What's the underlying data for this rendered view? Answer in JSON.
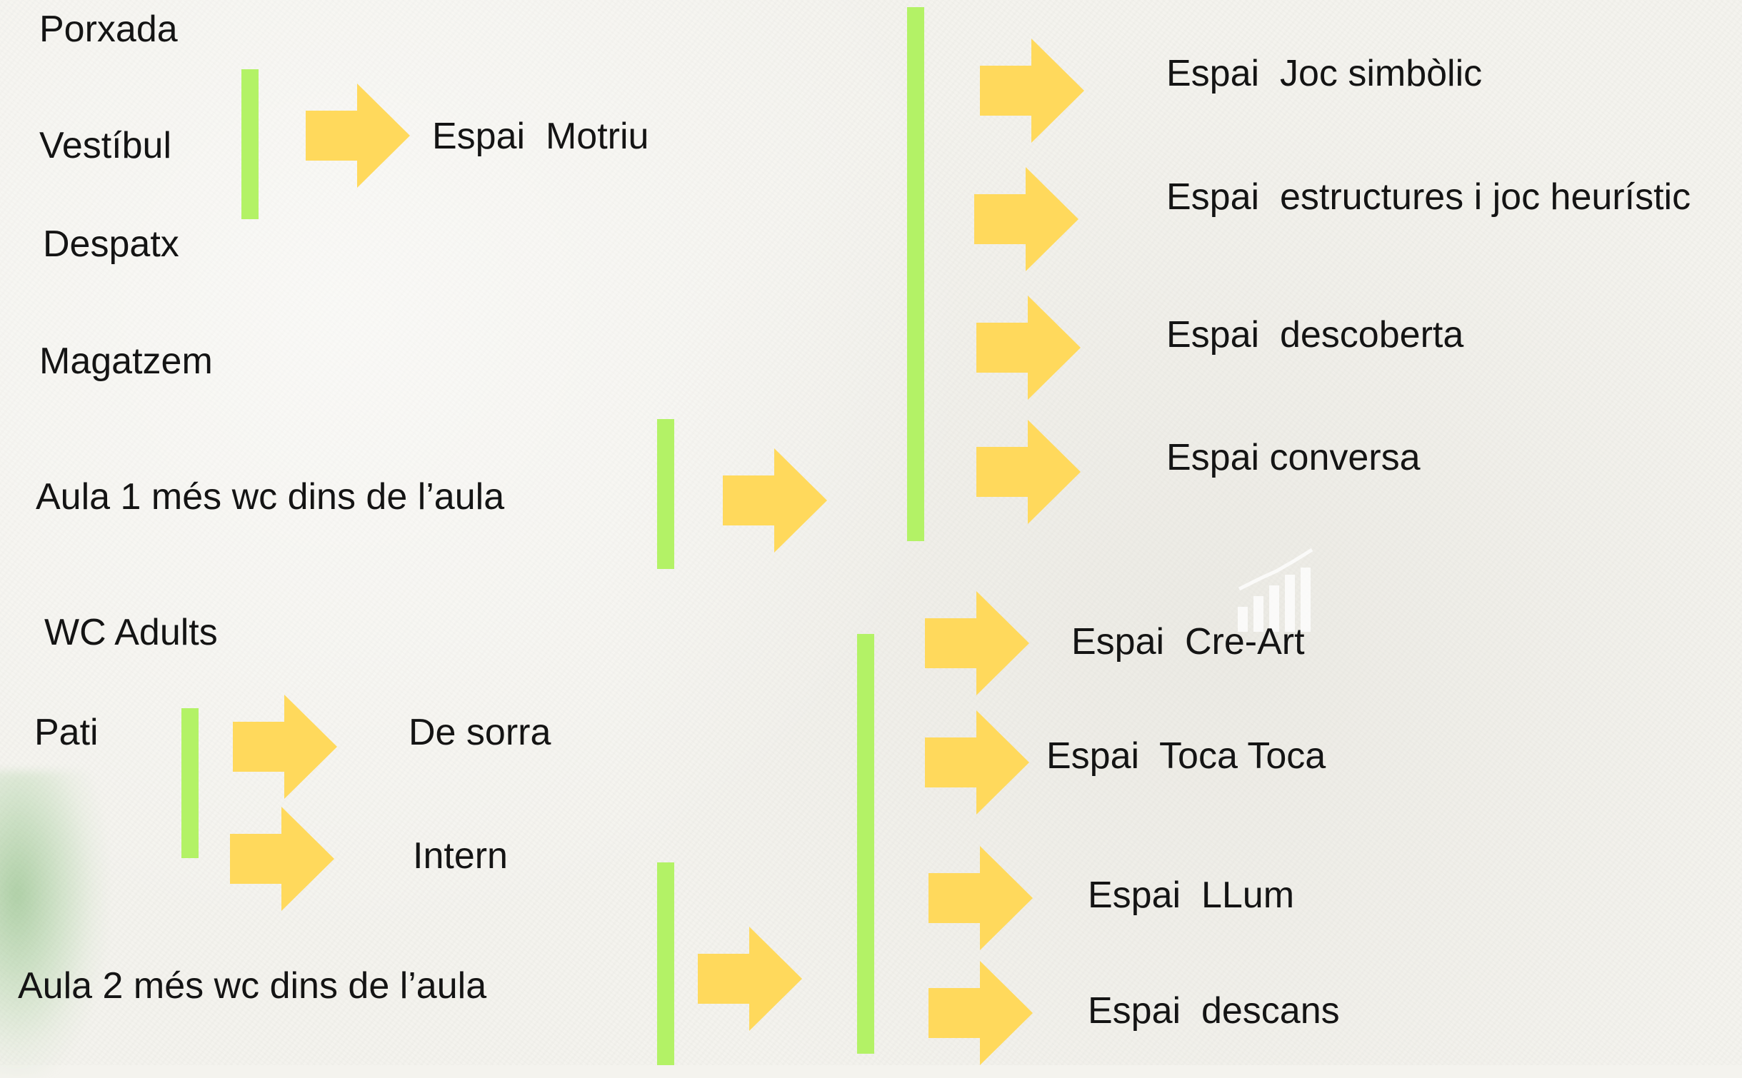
{
  "colors": {
    "bar": "#b3f266",
    "arrow": "#ffd95c",
    "text": "#141414",
    "background": "#f4f3ee"
  },
  "left_rooms": {
    "porxada": "Porxada",
    "vestibul": "Vestíbul",
    "despatx": "Despatx",
    "magatzem": "Magatzem",
    "aula1": "Aula 1 més wc dins de l’aula",
    "wc_adults": "WC Adults",
    "pati": "Pati",
    "aula2": "Aula 2 més wc dins de l’aula"
  },
  "targets": {
    "motriu": "Espai  Motriu",
    "de_sorra": "De sorra",
    "intern": "Intern"
  },
  "aula1_spaces": [
    "Espai  Joc simbòlic",
    "Espai  estructures i joc heurístic",
    "Espai  descoberta",
    "Espai conversa"
  ],
  "aula2_spaces": [
    "Espai  Cre-Art",
    "Espai  Toca Toca",
    "Espai  LLum",
    "Espai  descans"
  ],
  "icons": {
    "arrow": "right-arrow-icon",
    "watermark": "bar-chart-icon"
  }
}
